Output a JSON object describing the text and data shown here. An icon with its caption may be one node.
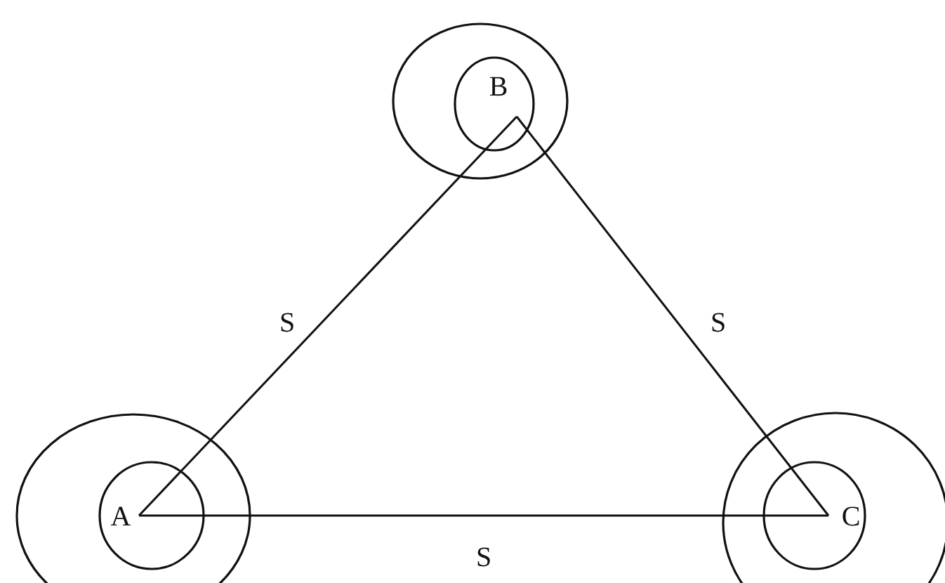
{
  "diagram": {
    "nodes": [
      {
        "text": [
          "B"
        ]
      },
      {
        "text": [
          "A"
        ]
      },
      {
        "text": [
          "C"
        ]
      }
    ],
    "edges": [
      {
        "from": 1,
        "to": 0,
        "arrow": "none",
        "label": "S"
      },
      {
        "from": 0,
        "to": 2,
        "arrow": "none",
        "label": "S"
      },
      {
        "from": 1,
        "to": 2,
        "arrow": "none",
        "label": "S"
      }
    ]
  }
}
